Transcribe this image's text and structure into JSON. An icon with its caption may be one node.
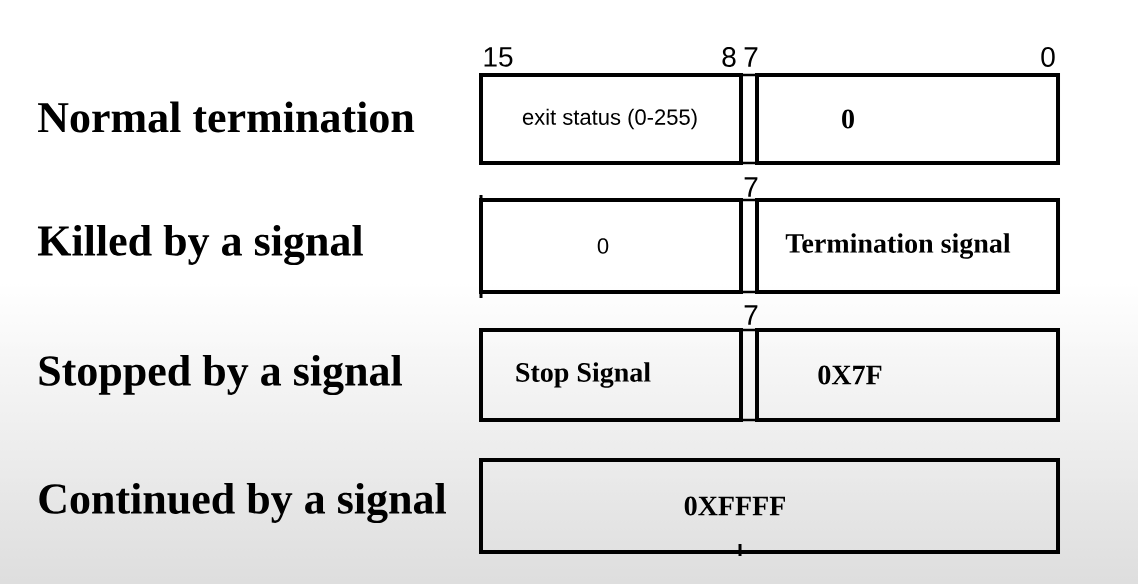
{
  "diagram": {
    "nodes": [
      {
        "text": [
          "exit status (0-255)"
        ]
      },
      {
        "text": [
          "0"
        ]
      },
      {
        "text": [
          "0"
        ]
      },
      {
        "text": [
          "Termination signal"
        ]
      },
      {
        "text": [
          "Stop Signal"
        ]
      },
      {
        "text": [
          "0X7F"
        ]
      },
      {
        "text": [
          "0XFFFF"
        ]
      }
    ],
    "labels": [
      "15",
      "8",
      "7",
      "0",
      "Normal termination",
      "7",
      "Killed by a signal",
      "7",
      "Stopped by a signal",
      "Continued by a signal"
    ]
  }
}
